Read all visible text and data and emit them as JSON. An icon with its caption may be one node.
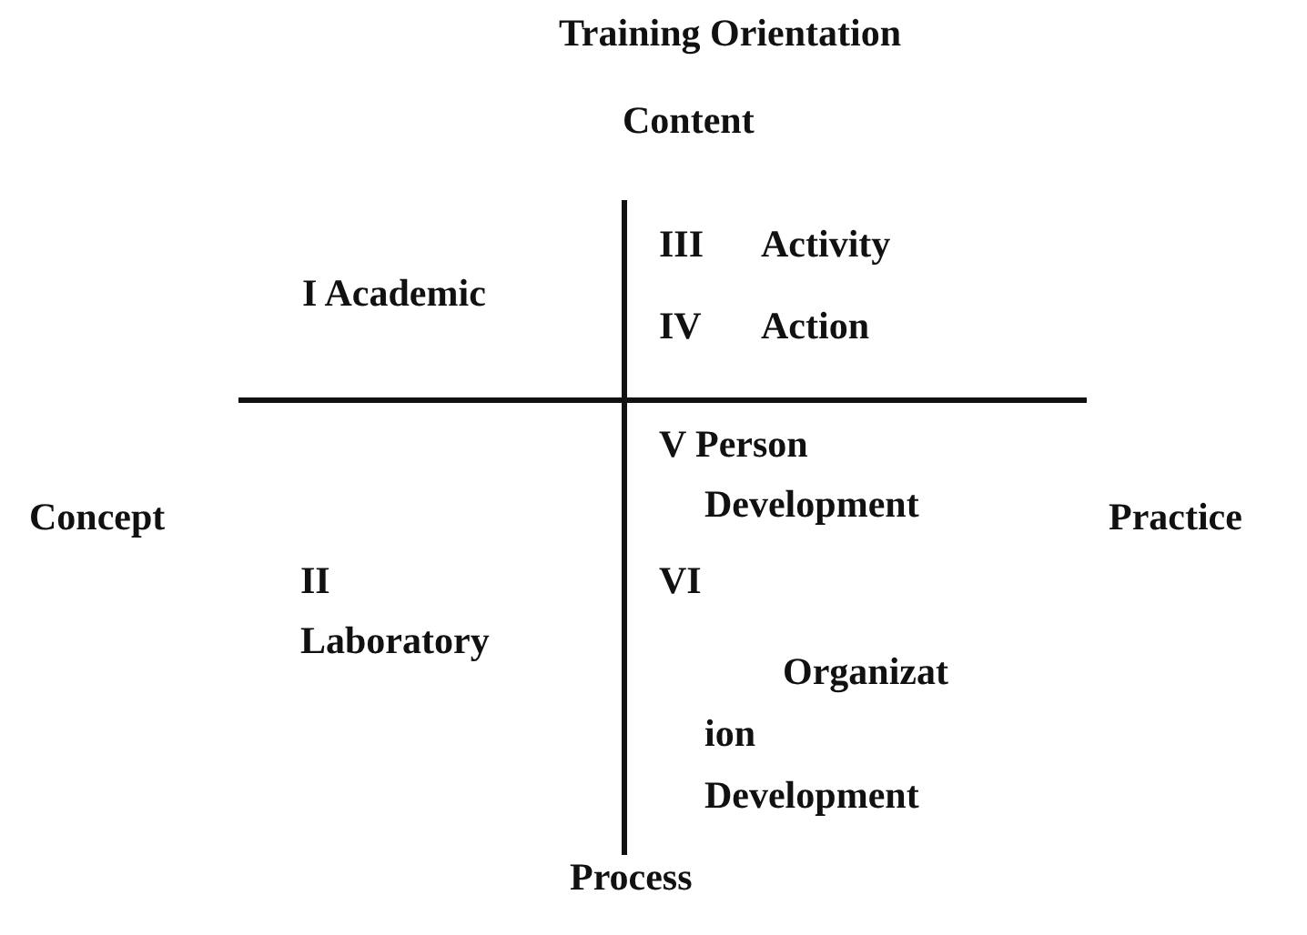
{
  "diagram": {
    "title": "Training Orientation",
    "labels": [
      "Content",
      "I Academic",
      "III",
      "Activity",
      "IV",
      "Action",
      "Concept",
      "V Person Development",
      "Practice",
      "II Laboratory",
      "VI",
      "Organizat",
      "ion",
      "Development",
      "Process"
    ]
  }
}
